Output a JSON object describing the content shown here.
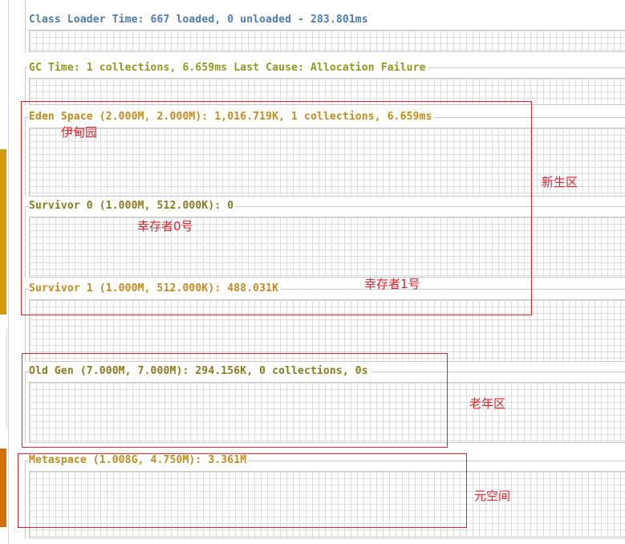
{
  "colors": {
    "steel": "#4f79b0",
    "olive": "#8c9a1b",
    "orange": "#c58a1a",
    "olivedark": "#8a7a1a",
    "annotation": "#e5202a"
  },
  "graphs": [
    {
      "id": "class-loader",
      "label": "Class Loader Time: 667 loaded, 0 unloaded - 283.801ms"
    },
    {
      "id": "gc-time",
      "label": "GC Time: 1 collections, 6.659ms Last Cause: Allocation Failure"
    },
    {
      "id": "eden",
      "label": "Eden Space (2.000M, 2.000M): 1,016.719K, 1 collections, 6.659ms"
    },
    {
      "id": "survivor0",
      "label": "Survivor 0 (1.000M, 512.000K): 0"
    },
    {
      "id": "survivor1",
      "label": "Survivor 1 (1.000M, 512.000K): 488.031K"
    },
    {
      "id": "old-gen",
      "label": "Old Gen (7.000M, 7.000M): 294.156K, 0 collections, 0s"
    },
    {
      "id": "metaspace",
      "label": "Metaspace (1.008G, 4.750M): 3.361M"
    }
  ],
  "annotations": {
    "eden": "伊甸园",
    "young": "新生区",
    "survivor0": "幸存者0号",
    "survivor1": "幸存者1号",
    "old": "老年区",
    "meta": "元空间"
  }
}
